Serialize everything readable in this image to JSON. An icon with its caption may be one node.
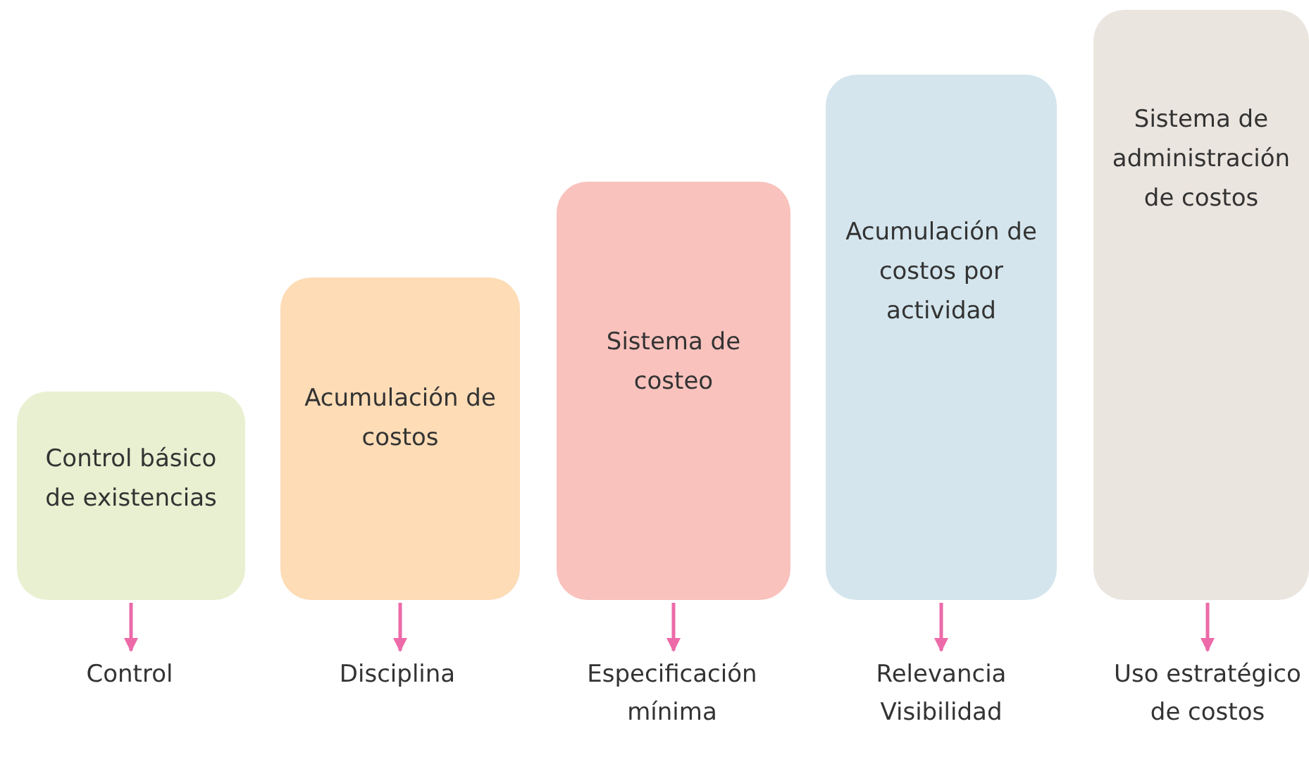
{
  "diagram": {
    "nodes": [
      {
        "text": [
          "Control básico de existencias"
        ]
      },
      {
        "text": [
          "Acumulación de costos"
        ]
      },
      {
        "text": [
          "Sistema de costeo"
        ]
      },
      {
        "text": [
          "Acumulación de costos por actividad"
        ]
      },
      {
        "text": [
          "Sistema de administración de costos"
        ]
      },
      {
        "text": [
          "Control"
        ]
      },
      {
        "text": [
          "Disciplina"
        ]
      },
      {
        "text": [
          "Especificación mínima"
        ]
      },
      {
        "text": [
          "Relevancia Visibilidad"
        ]
      },
      {
        "text": [
          "Uso estratégico de costos"
        ]
      }
    ],
    "edges": [
      {
        "from": 0,
        "to": 5,
        "arrow": "to"
      },
      {
        "from": 1,
        "to": 6,
        "arrow": "to"
      },
      {
        "from": 2,
        "to": 7,
        "arrow": "to"
      },
      {
        "from": 3,
        "to": 8,
        "arrow": "to"
      },
      {
        "from": 4,
        "to": 9,
        "arrow": "to"
      }
    ]
  }
}
